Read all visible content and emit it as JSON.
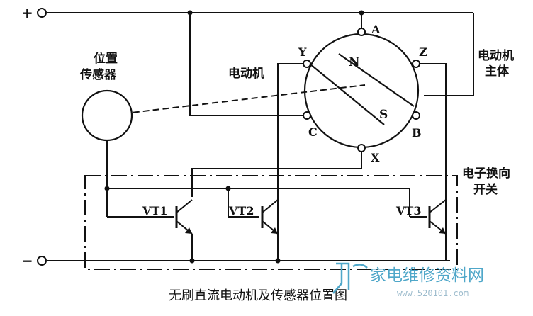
{
  "terminals": {
    "plus": "+",
    "minus": "−"
  },
  "labels": {
    "sensor": [
      "位置",
      "传感器"
    ],
    "motor": "电动机",
    "motor_body": [
      "电动机",
      "主体"
    ],
    "commutation_switch": [
      "电子换向",
      "开关"
    ],
    "north": "N",
    "south": "S",
    "phase_a": "A",
    "phase_b": "B",
    "phase_c": "C",
    "phase_x": "X",
    "phase_y": "Y",
    "phase_z": "Z",
    "vt1": "VT1",
    "vt2": "VT2",
    "vt3": "VT3"
  },
  "caption": "无刷直流电动机及传感器位置图",
  "watermark": {
    "text": "家电维修资料网",
    "url": "www.520101.com"
  },
  "colors": {
    "line": "#111111",
    "watermark": "#4fa7c9"
  }
}
